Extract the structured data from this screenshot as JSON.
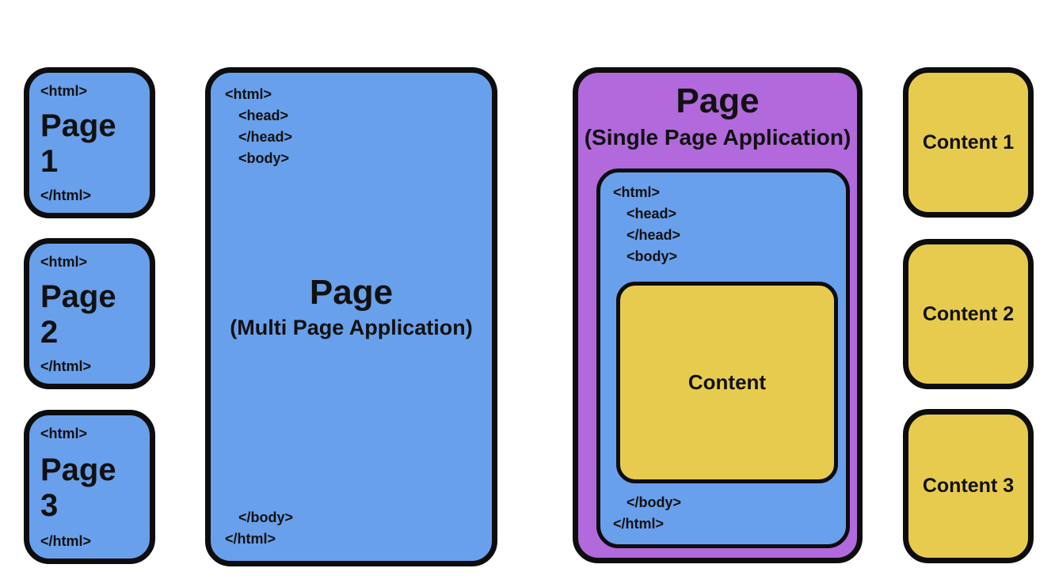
{
  "colors": {
    "blue": "#69a0eb",
    "purple": "#b269db",
    "yellow": "#e7cb4e",
    "border": "#0d0d0d",
    "background": "#ffffff"
  },
  "mpa": {
    "pages": [
      {
        "open_tag": "<html>",
        "label": "Page 1",
        "close_tag": "</html>"
      },
      {
        "open_tag": "<html>",
        "label": "Page 2",
        "close_tag": "</html>"
      },
      {
        "open_tag": "<html>",
        "label": "Page 3",
        "close_tag": "</html>"
      }
    ],
    "page_box": {
      "tags_top": [
        "<html>",
        "<head>",
        "</head>",
        "<body>"
      ],
      "title": "Page",
      "subtitle": "(Multi Page Application)",
      "tags_bottom": [
        "</body>",
        "</html>"
      ]
    }
  },
  "spa": {
    "title": "Page",
    "subtitle": "(Single Page Application)",
    "html_box": {
      "tags_top": [
        "<html>",
        "<head>",
        "</head>",
        "<body>"
      ],
      "content_label": "Content",
      "tags_bottom": [
        "</body>",
        "</html>"
      ]
    },
    "contents": [
      "Content 1",
      "Content 2",
      "Content 3"
    ]
  }
}
